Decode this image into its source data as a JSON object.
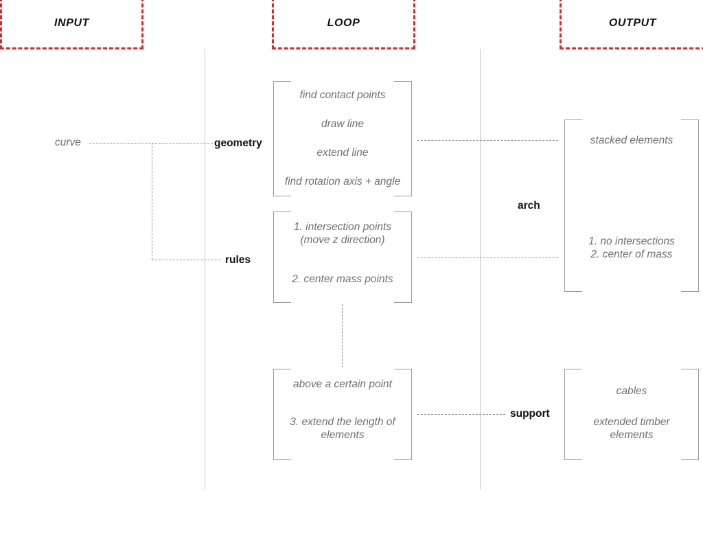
{
  "diagram": {
    "title_columns": [
      {
        "label": "INPUT"
      },
      {
        "label": "LOOP"
      },
      {
        "label": "OUTPUT"
      }
    ],
    "input_labels": [
      {
        "label": "curve"
      }
    ],
    "stage_labels": [
      {
        "label": "geometry"
      },
      {
        "label": "rules"
      }
    ],
    "result_labels": [
      {
        "label": "arch"
      },
      {
        "label": "support"
      }
    ],
    "loop_boxes": [
      {
        "lines": [
          "find contact points",
          "draw line",
          "extend line",
          "find rotation axis + angle"
        ]
      },
      {
        "lines": [
          "1. intersection points\n(move z direction)",
          "2. center mass points"
        ]
      },
      {
        "lines": [
          "above a certain point",
          "3. extend the length of\nelements"
        ]
      }
    ],
    "output_boxes": [
      {
        "lines": [
          "stacked elements",
          "1. no intersections\n2. center of  mass"
        ]
      },
      {
        "lines": [
          "cables",
          "extended timber\nelements"
        ]
      }
    ],
    "colors": {
      "header_border": "#ee2222",
      "bracket": "#9a9a9a",
      "connector": "#8e8e8e",
      "separator": "#c9c9c9",
      "soft_text": "#6f6f6f",
      "bold_text": "#111111"
    }
  }
}
